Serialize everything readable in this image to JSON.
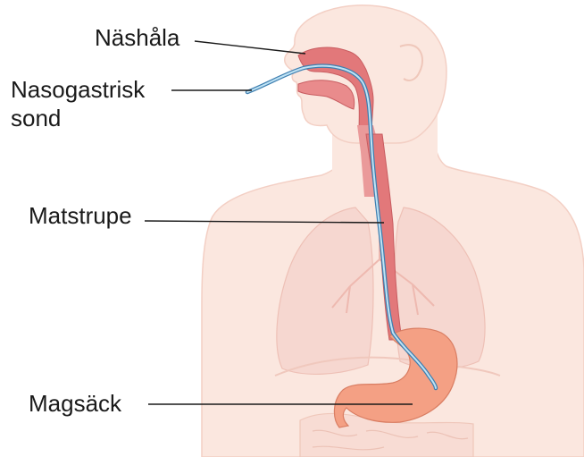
{
  "labels": {
    "nasal_cavity": "Näshåla",
    "tube_line1": "Nasogastrisk",
    "tube_line2": "sond",
    "esophagus": "Matstrupe",
    "stomach": "Magsäck"
  },
  "colors": {
    "body": "#fbe7df",
    "body_outline": "#f3cfc4",
    "lungs": "#f6d7d0",
    "tissue": "#e2787a",
    "stomach": "#f4a084",
    "tube": "#7ec3e6",
    "tube_outline": "#3f7fb0",
    "leader_line": "#1a1a1a"
  }
}
